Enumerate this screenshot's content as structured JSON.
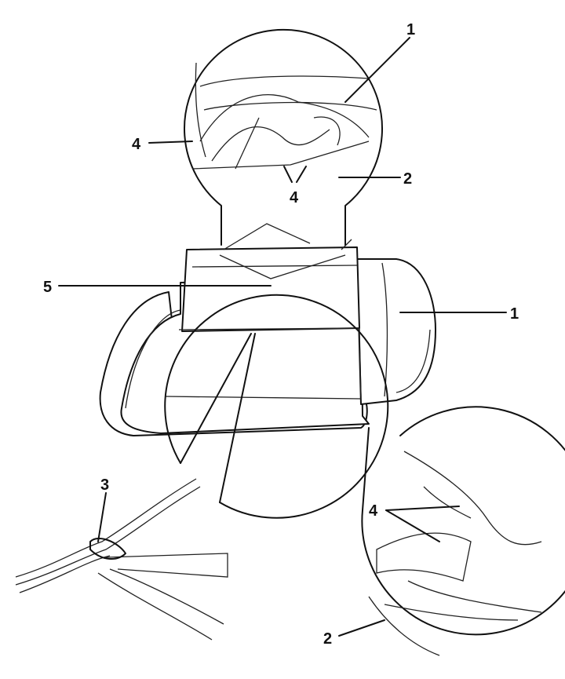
{
  "diagram": {
    "labels": {
      "top_1": "1",
      "top_4_left": "4",
      "top_4_bottom": "4",
      "top_2": "2",
      "main_5": "5",
      "main_1": "1",
      "bl_3": "3",
      "br_4": "4",
      "br_2": "2"
    }
  }
}
